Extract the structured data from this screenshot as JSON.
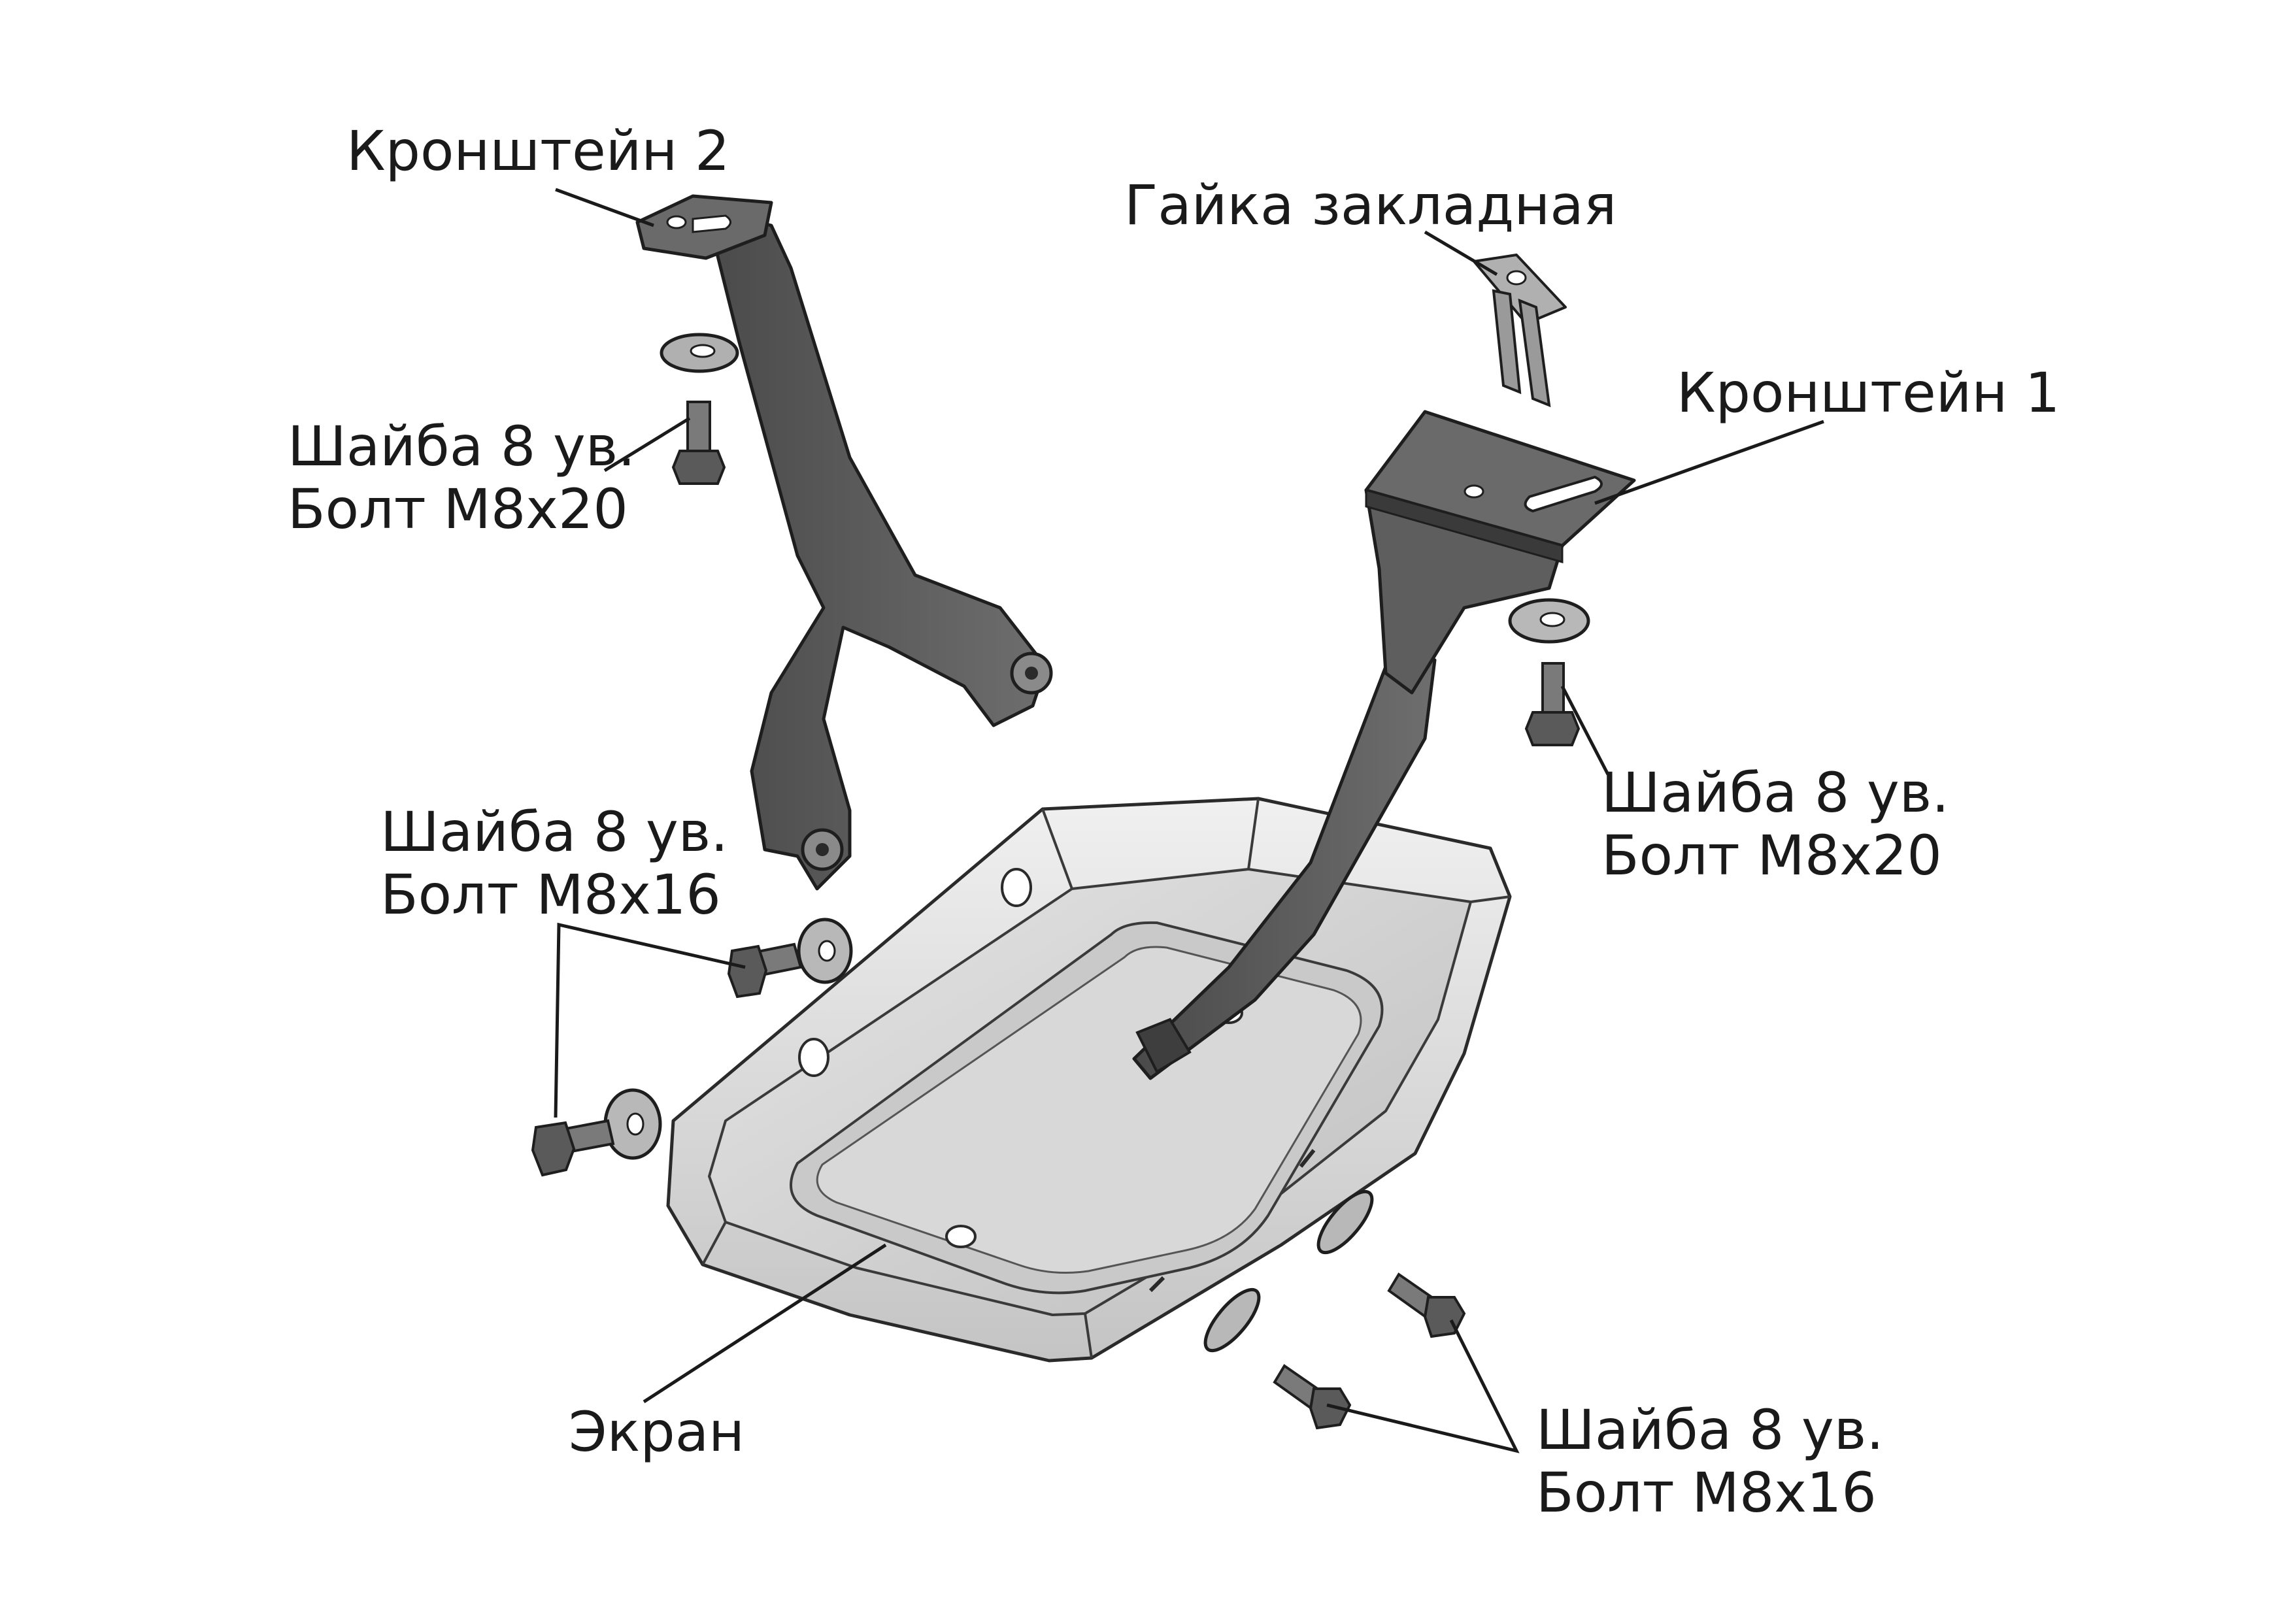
{
  "colors": {
    "ink": "#1a1a1a",
    "dark_metal": "#5a5a5a",
    "mid_metal": "#8c8c8c",
    "light_metal": "#d2d2d2",
    "lighter_metal": "#e4e4e4"
  },
  "labels": {
    "bracket2": "Кронштейн 2",
    "embedded_nut": "Гайка закладная",
    "bracket1": "Кронштейн 1",
    "washer_left_top": "Шайба 8 ув.",
    "bolt_left_top": "Болт М8х20",
    "washer_right_mid": "Шайба 8 ув.",
    "bolt_right_mid": "Болт М8х20",
    "washer_left_bottom": "Шайба 8 ув.",
    "bolt_left_bottom": "Болт М8х16",
    "washer_right_bottom": "Шайба 8 ув.",
    "bolt_right_bottom": "Болт М8х16",
    "screen": "Экран"
  }
}
